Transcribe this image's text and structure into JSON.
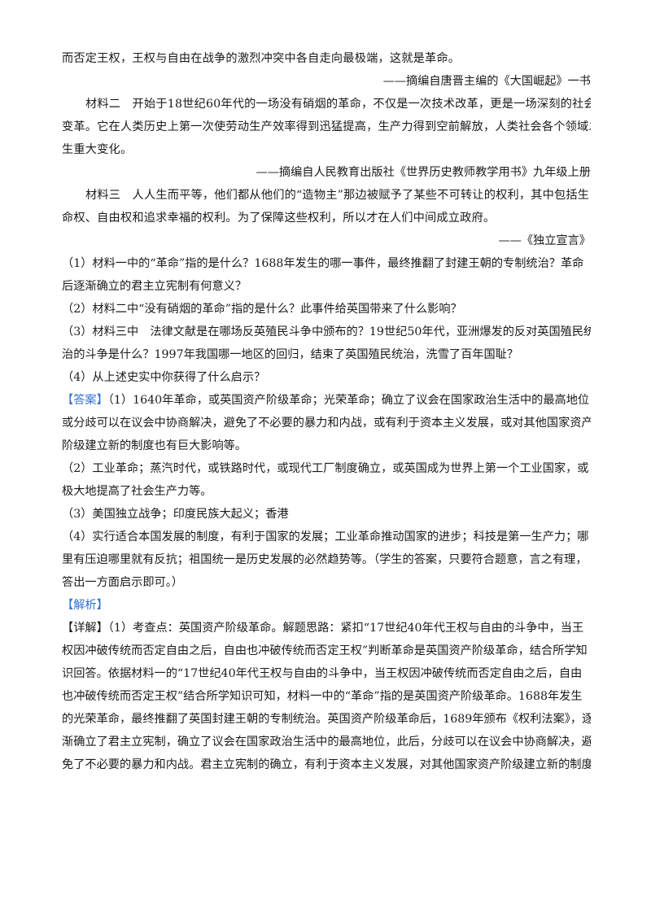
{
  "material1": {
    "tail": "而否定王权，王权与自由在战争的激烈冲突中各自走向最极端，这就是革命。",
    "source": "——摘编自唐晋主编的《大国崛起》一书"
  },
  "material2": {
    "l1": "材料二　开始于18世纪60年代的一场没有硝烟的革命，不仅是一次技术改革，更是一场深刻的社会",
    "l2": "变革。它在人类历史上第一次使劳动生产效率得到迅猛提高，生产力得到空前解放，人类社会各个领域发",
    "l3": "生重大变化。",
    "source": "——摘编自人民教育出版社《世界历史教师教学用书》九年级上册"
  },
  "material3": {
    "l1": "材料三　人人生而平等，他们都从他们的“造物主”那边被赋予了某些不可转让的权利，其中包括生",
    "l2": "命权、自由权和追求幸福的权利。为了保障这些权利，所以才在人们中间成立政府。",
    "source": "——《独立宣言》"
  },
  "questions": {
    "q1a": "（1）材料一中的“革命”指的是什么？1688年发生的哪一事件，最终推翻了封建王朝的专制统治？革命",
    "q1b": "后逐渐确立的君主立宪制有何意义？",
    "q2": "（2）材料二中“没有硝烟的革命”指的是什么？此事件给英国带来了什么影响？",
    "q3a": "（3）材料三中　法律文献是在哪场反英殖民斗争中颁布的？19世纪50年代，亚洲爆发的反对英国殖民统",
    "q3b": "治的斗争是什么？1997年我国哪一地区的回归，结束了英国殖民统治，洗雪了百年国耻？",
    "q4": "（4）从上述史实中你获得了什么启示？"
  },
  "answer": {
    "label": "【答案】",
    "a1a": "（1）1640年革命，或英国资产阶级革命；光荣革命；确立了议会在国家政治生活中的最高地位，",
    "a1b": "或分歧可以在议会中协商解决，避免了不必要的暴力和内战，或有利于资本主义发展，或对其他国家资产",
    "a1c": "阶级建立新的制度也有巨大影响等。",
    "a2a": "（2）工业革命；蒸汽时代，或铁路时代，或现代工厂制度确立，或英国成为世界上第一个工业国家，或",
    "a2b": "极大地提高了社会生产力等。",
    "a3": "（3）美国独立战争；印度民族大起义；香港",
    "a4a": "（4）实行适合本国发展的制度，有利于国家的发展；工业革命推动国家的进步；科技是第一生产力；哪",
    "a4b": "里有压迫哪里就有反抗；祖国统一是历史发展的必然趋势等。（学生的答案，只要符合题意，言之有理，",
    "a4c": "答出一方面启示即可。）"
  },
  "analysis": {
    "label": "【解析】",
    "detail_label": "【详解】",
    "d1": "（1）考查点：英国资产阶级革命。解题思路：紧扣“17世纪40年代王权与自由的斗争中，当王",
    "d2": "权因冲破传统而否定自由之后，自由也冲破传统而否定王权”判断革命是英国资产阶级革命，结合所学知",
    "d3": "识回答。依据材料一的“17世纪40年代王权与自由的斗争中，当王权因冲破传统而否定自由之后，自由",
    "d4": "也冲破传统而否定王权”结合所学知识可知，材料一中的“革命”指的是英国资产阶级革命。1688年发生",
    "d5": "的光荣革命，最终推翻了英国封建王朝的专制统治。英国资产阶级革命后，1689年颁布《权利法案》，逐",
    "d6": "渐确立了君主立宪制，确立了议会在国家政治生活中的最高地位，此后，分歧可以在议会中协商解决，避",
    "d7": "免了不必要的暴力和内战。君主立宪制的确立，有利于资本主义发展，对其他国家资产阶级建立新的制度"
  }
}
